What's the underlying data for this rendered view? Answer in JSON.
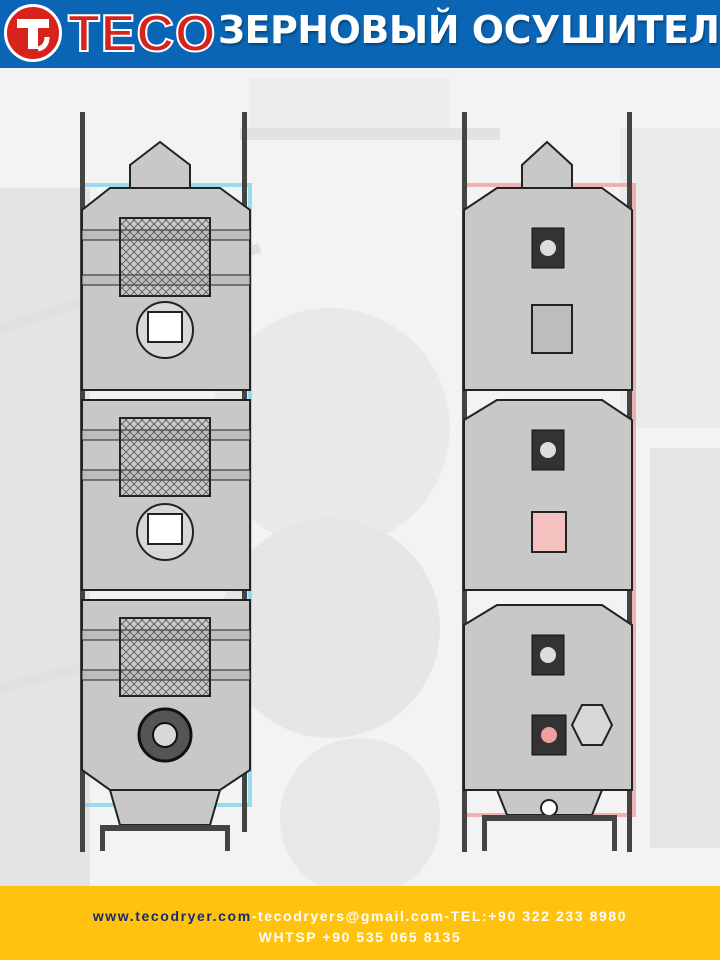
{
  "header": {
    "logo_text": "TECO",
    "title": "ЗЕРНОВЫЙ ОСУШИТЕЛЬ"
  },
  "drawings": {
    "left": {
      "name": "dryer-front-view",
      "outline_color": "#7fd4f0"
    },
    "right": {
      "name": "dryer-side-view",
      "outline_color": "#f0a0a0"
    }
  },
  "footer": {
    "website": "www.tecodryer.com",
    "contacts": "-tecodryers@gmail.com-TEL:+90 322 233 8980",
    "whatsapp": "WHTSP +90 535 065 8135"
  },
  "colors": {
    "header_bg": "#0a66b5",
    "brand_red": "#d8231c",
    "footer_bg": "#ffc20e"
  }
}
